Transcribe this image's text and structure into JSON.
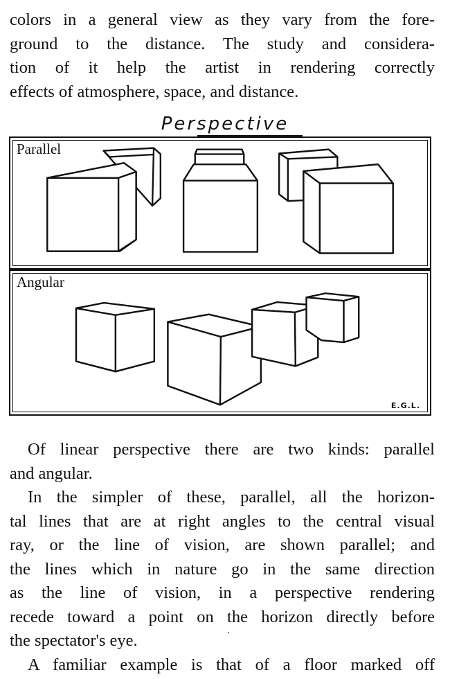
{
  "intro_lines": [
    "colors in a general view as they vary from the fore-",
    "ground to the distance.  The study and considera-",
    "tion of it help the artist in rendering correctly",
    "effects of atmosphere, space, and distance."
  ],
  "figure": {
    "title": "Perspective",
    "parallel_label": "Parallel",
    "angular_label": "Angular",
    "signature": "E.G.L."
  },
  "body_lines": [
    "Of linear perspective there are two kinds: parallel",
    "and angular.",
    "In the simpler of these, parallel, all the horizon-",
    "tal lines that are at right angles to the central visual",
    "ray, or the line of vision, are shown parallel;  and",
    "the lines which in nature go in the same direction",
    "as the line of vision, in a perspective rendering",
    "recede toward a point on the horizon directly before",
    "the spectator's eye.",
    "A familiar example is that of a floor marked off"
  ]
}
